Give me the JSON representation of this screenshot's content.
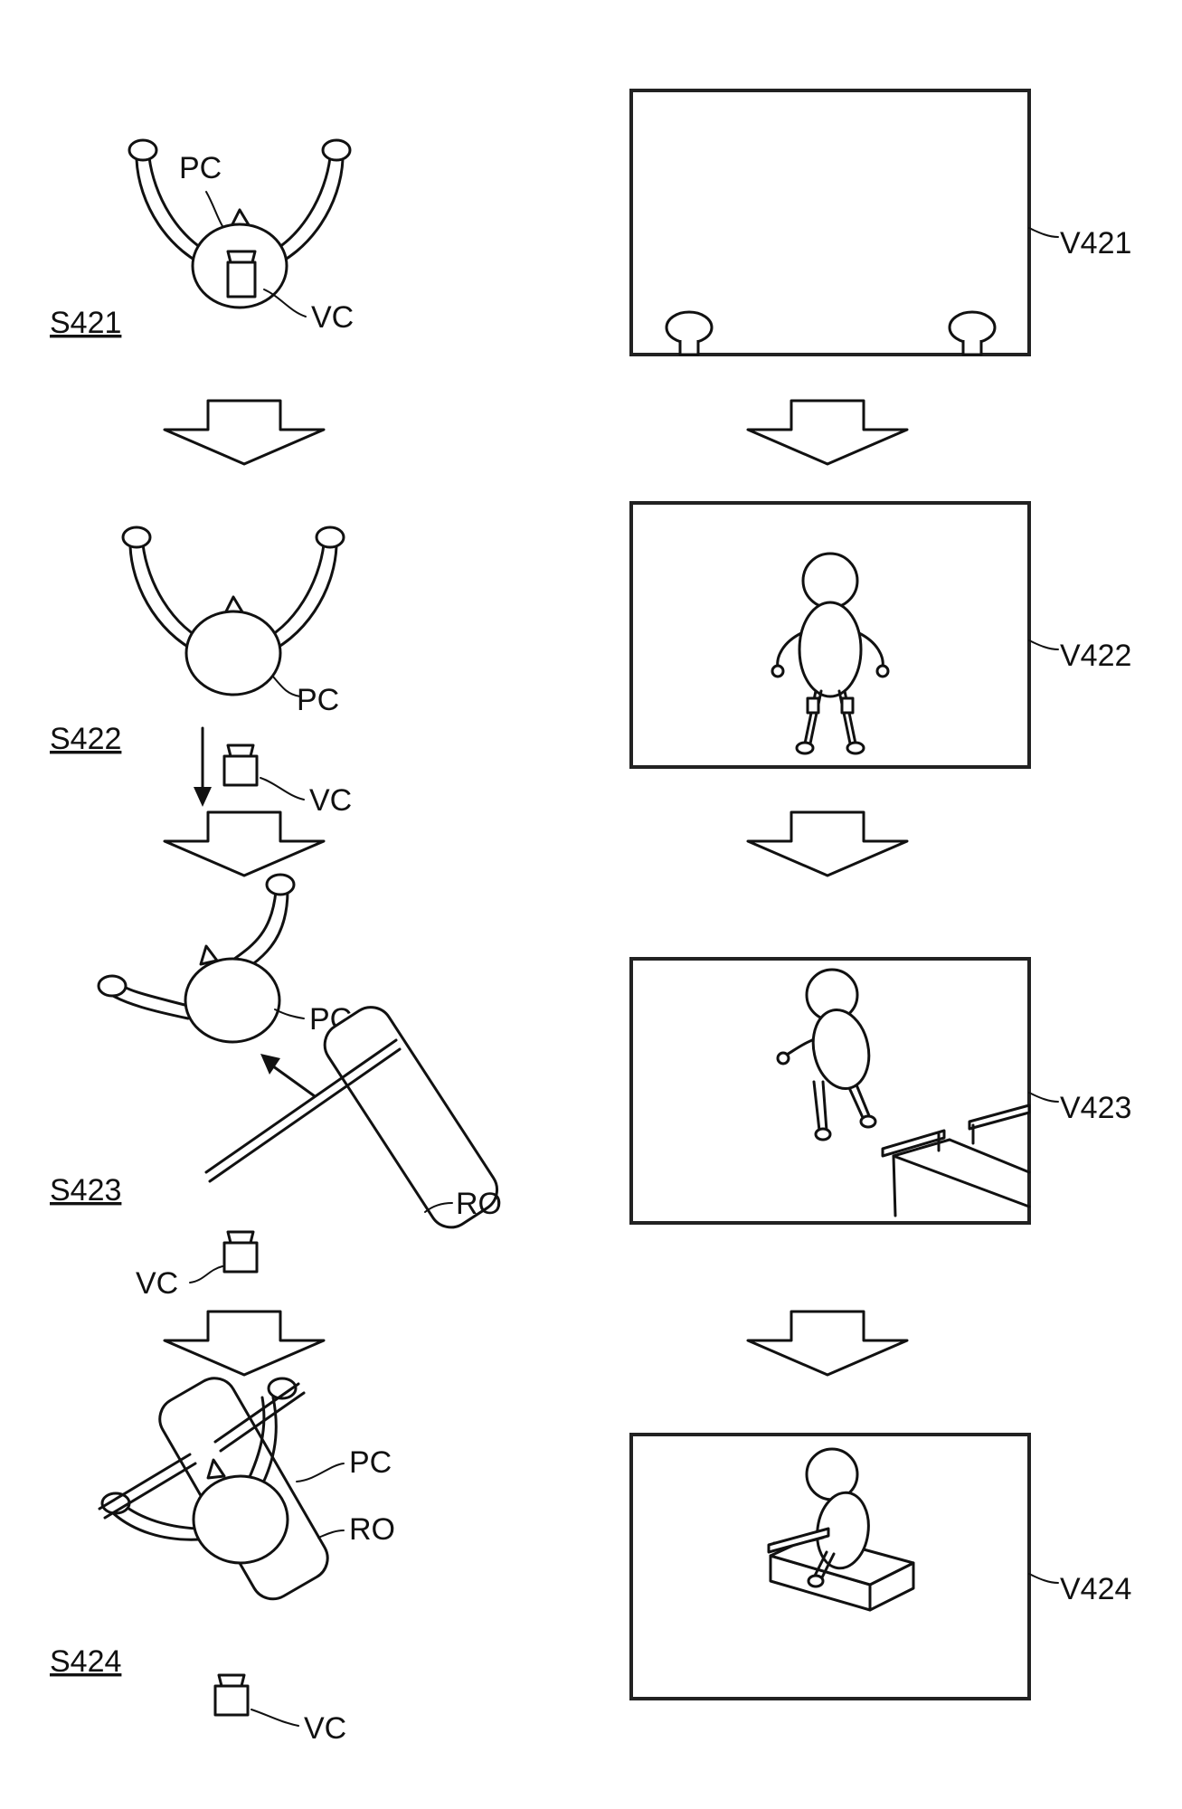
{
  "steps": [
    {
      "id": "S421",
      "character_label": "PC",
      "camera_label": "VC",
      "view_label": "V421"
    },
    {
      "id": "S422",
      "character_label": "PC",
      "camera_label": "VC",
      "view_label": "V422"
    },
    {
      "id": "S423",
      "character_label": "PC",
      "object_label": "RO",
      "camera_label": "VC",
      "view_label": "V423"
    },
    {
      "id": "S424",
      "character_label": "PC",
      "object_label": "RO",
      "camera_label": "VC",
      "view_label": "V424"
    }
  ]
}
